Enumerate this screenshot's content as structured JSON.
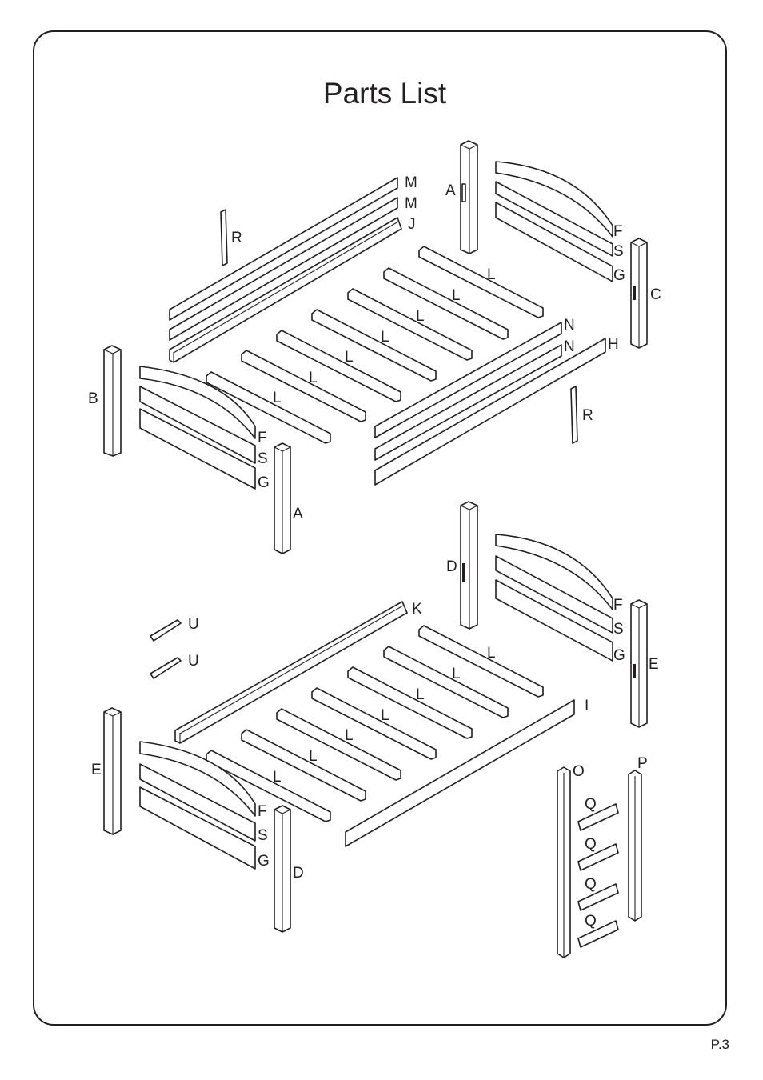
{
  "page": {
    "title": "Parts List",
    "page_number": "P.3"
  },
  "parts": {
    "A": "A",
    "B": "B",
    "C": "C",
    "D": "D",
    "E": "E",
    "F": "F",
    "G": "G",
    "H": "H",
    "I": "I",
    "J": "J",
    "K": "K",
    "L": "L",
    "M": "M",
    "N": "N",
    "O": "O",
    "P": "P",
    "Q": "Q",
    "R": "R",
    "S": "S",
    "U": "U"
  }
}
